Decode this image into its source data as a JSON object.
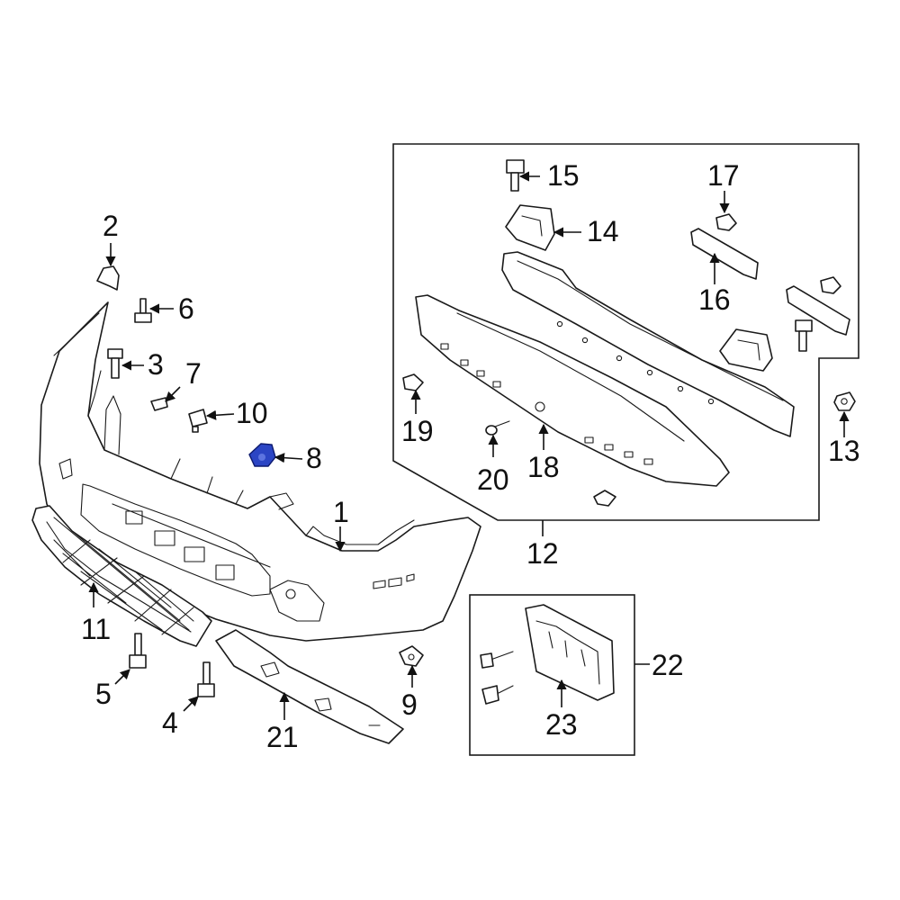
{
  "diagram": {
    "callouts": [
      {
        "id": "1",
        "label": "1"
      },
      {
        "id": "2",
        "label": "2"
      },
      {
        "id": "3",
        "label": "3"
      },
      {
        "id": "4",
        "label": "4"
      },
      {
        "id": "5",
        "label": "5"
      },
      {
        "id": "6",
        "label": "6"
      },
      {
        "id": "7",
        "label": "7"
      },
      {
        "id": "8",
        "label": "8",
        "highlighted": true
      },
      {
        "id": "9",
        "label": "9"
      },
      {
        "id": "10",
        "label": "10"
      },
      {
        "id": "11",
        "label": "11"
      },
      {
        "id": "12",
        "label": "12"
      },
      {
        "id": "13",
        "label": "13"
      },
      {
        "id": "14",
        "label": "14"
      },
      {
        "id": "15",
        "label": "15"
      },
      {
        "id": "16",
        "label": "16"
      },
      {
        "id": "17",
        "label": "17"
      },
      {
        "id": "18",
        "label": "18"
      },
      {
        "id": "19",
        "label": "19"
      },
      {
        "id": "20",
        "label": "20"
      },
      {
        "id": "21",
        "label": "21"
      },
      {
        "id": "22",
        "label": "22"
      },
      {
        "id": "23",
        "label": "23"
      }
    ],
    "highlight_color": "#2b45c4",
    "line_color": "#1a1a1a"
  }
}
